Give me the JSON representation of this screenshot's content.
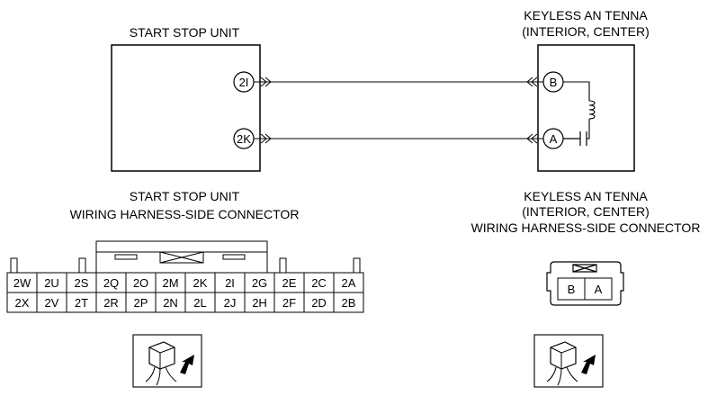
{
  "start_stop_unit": {
    "title": "START STOP UNIT",
    "terminals": [
      "2I",
      "2K"
    ],
    "connector_title": [
      "START STOP UNIT",
      "WIRING HARNESS-SIDE CONNECTOR"
    ],
    "connector_rows": [
      [
        "2W",
        "2U",
        "2S",
        "2Q",
        "2O",
        "2M",
        "2K",
        "2I",
        "2G",
        "2E",
        "2C",
        "2A"
      ],
      [
        "2X",
        "2V",
        "2T",
        "2R",
        "2P",
        "2N",
        "2L",
        "2J",
        "2H",
        "2F",
        "2D",
        "2B"
      ]
    ]
  },
  "keyless_antenna": {
    "title": [
      "KEYLESS AN TENNA",
      "(INTERIOR, CENTER)"
    ],
    "terminals": [
      "B",
      "A"
    ],
    "connector_title": [
      "KEYLESS AN TENNA",
      "(INTERIOR, CENTER)",
      "WIRING HARNESS-SIDE CONNECTOR"
    ],
    "connector_cells": [
      "B",
      "A"
    ]
  }
}
